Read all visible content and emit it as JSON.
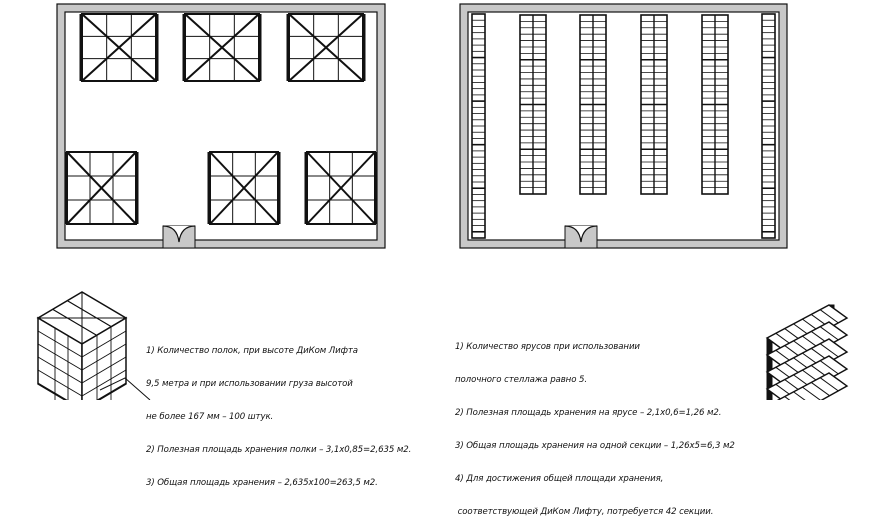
{
  "left_plan": {
    "title": "DiKom lift layout",
    "lift_count": 6
  },
  "right_plan": {
    "title": "Shelving layout",
    "double_rows": 4,
    "single_rows": 2
  },
  "notes_left": [
    "1) Количество полок, при высоте ДиКом Лифта",
    "9,5 метра и при использовании груза высотой",
    "не более 167 мм – 100 штук.",
    "2) Полезная площадь хранения полки – 3,1х0,85=2,635 м2.",
    "3) Общая площадь хранения – 2,635х100=263,5 м2."
  ],
  "notes_right": [
    "1) Количество ярусов при использовании",
    "полочного стеллажа равно 5.",
    "2) Полезная площадь хранения на ярусе – 2,1х0,6=1,26 м2.",
    "3) Общая площадь хранения на одной секции – 1,26х5=6,3 м2",
    "4) Для достижения общей площади хранения,",
    " соответствующей ДиКом Лифту, потребуется 42 секции."
  ]
}
